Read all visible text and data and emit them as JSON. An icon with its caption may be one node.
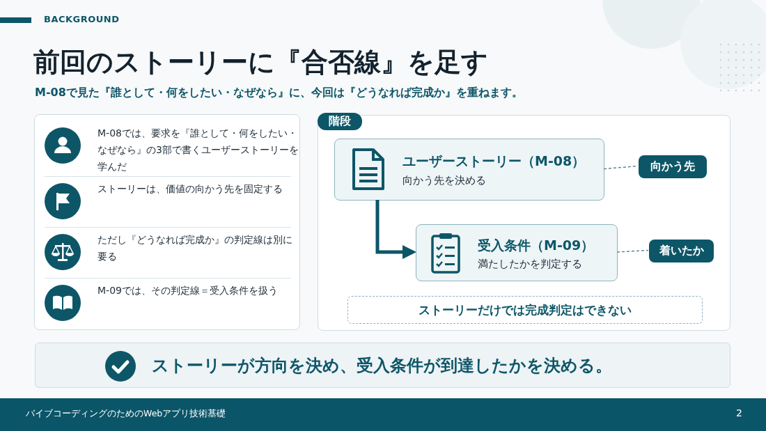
{
  "diagram": {
    "title": "前回のストーリーに『合否線』を足す",
    "nodes": [
      {
        "text": [
          "階段"
        ]
      },
      {
        "text": [
          "ユーザーストーリー（M-08）",
          "向かう先を決める"
        ],
        "in": 0
      },
      {
        "text": [
          "受入条件（M-09）",
          "満たしたかを判定する"
        ],
        "in": 0
      },
      {
        "text": [
          "向かう先"
        ],
        "in": 0
      },
      {
        "text": [
          "着いたか"
        ],
        "in": 0
      },
      {
        "text": [
          "ストーリーだけでは完成判定はできない"
        ],
        "in": 0
      },
      {
        "text": [
          "ストーリーが方向を決め、受入条件が到達したかを決める。"
        ]
      }
    ],
    "edges": [
      {
        "from": 1,
        "to": 2,
        "arrow": "to",
        "style": "thick"
      },
      {
        "from": 1,
        "to": 3,
        "arrow": "none",
        "style": "dashed"
      },
      {
        "from": 2,
        "to": 4,
        "arrow": "none",
        "style": "dashed"
      }
    ],
    "labels": [
      "BACKGROUND",
      "M-08で見た『誰として・何をしたい・なぜなら』に、今回は『どうなれば完成か』を重ねます。",
      "M-08では、要求を『誰として・何をしたい・なぜなら』の3部で書くユーザーストーリーを学んだ",
      "ストーリーは、価値の向かう先を固定する",
      "ただし『どうなれば完成か』の判定線は別に要る",
      "M-09では、その判定線＝受入条件を扱う",
      "バイブコーディングのためのWebアプリ技術基礎",
      "2"
    ]
  }
}
